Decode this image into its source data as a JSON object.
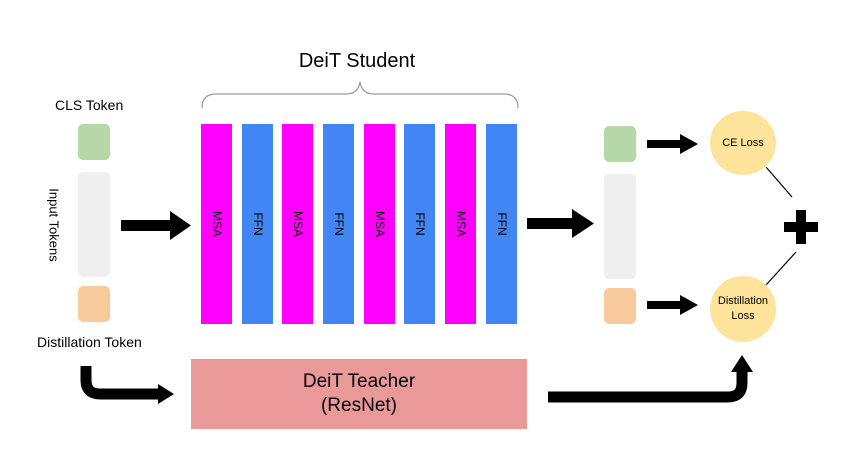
{
  "title": "DeiT Student",
  "inputs": {
    "cls_label": "CLS Token",
    "input_label": "Input Tokens",
    "distill_label": "Distillation Token"
  },
  "layers": [
    "MSA",
    "FFN",
    "MSA",
    "FFN",
    "MSA",
    "FFN",
    "MSA",
    "FFN"
  ],
  "teacher": {
    "line1": "DeiT Teacher",
    "line2": "(ResNet)"
  },
  "losses": {
    "ce": "CE Loss",
    "distill_line1": "Distillation",
    "distill_line2": "Loss"
  },
  "plus_symbol": "+",
  "colors": {
    "msa": "#ff00ff",
    "ffn": "#4285f4",
    "cls_token": "#b6d7a8",
    "input_tokens": "#efefef",
    "distill_token": "#f9cb9c",
    "teacher": "#ea9999",
    "loss": "#fde49a"
  }
}
